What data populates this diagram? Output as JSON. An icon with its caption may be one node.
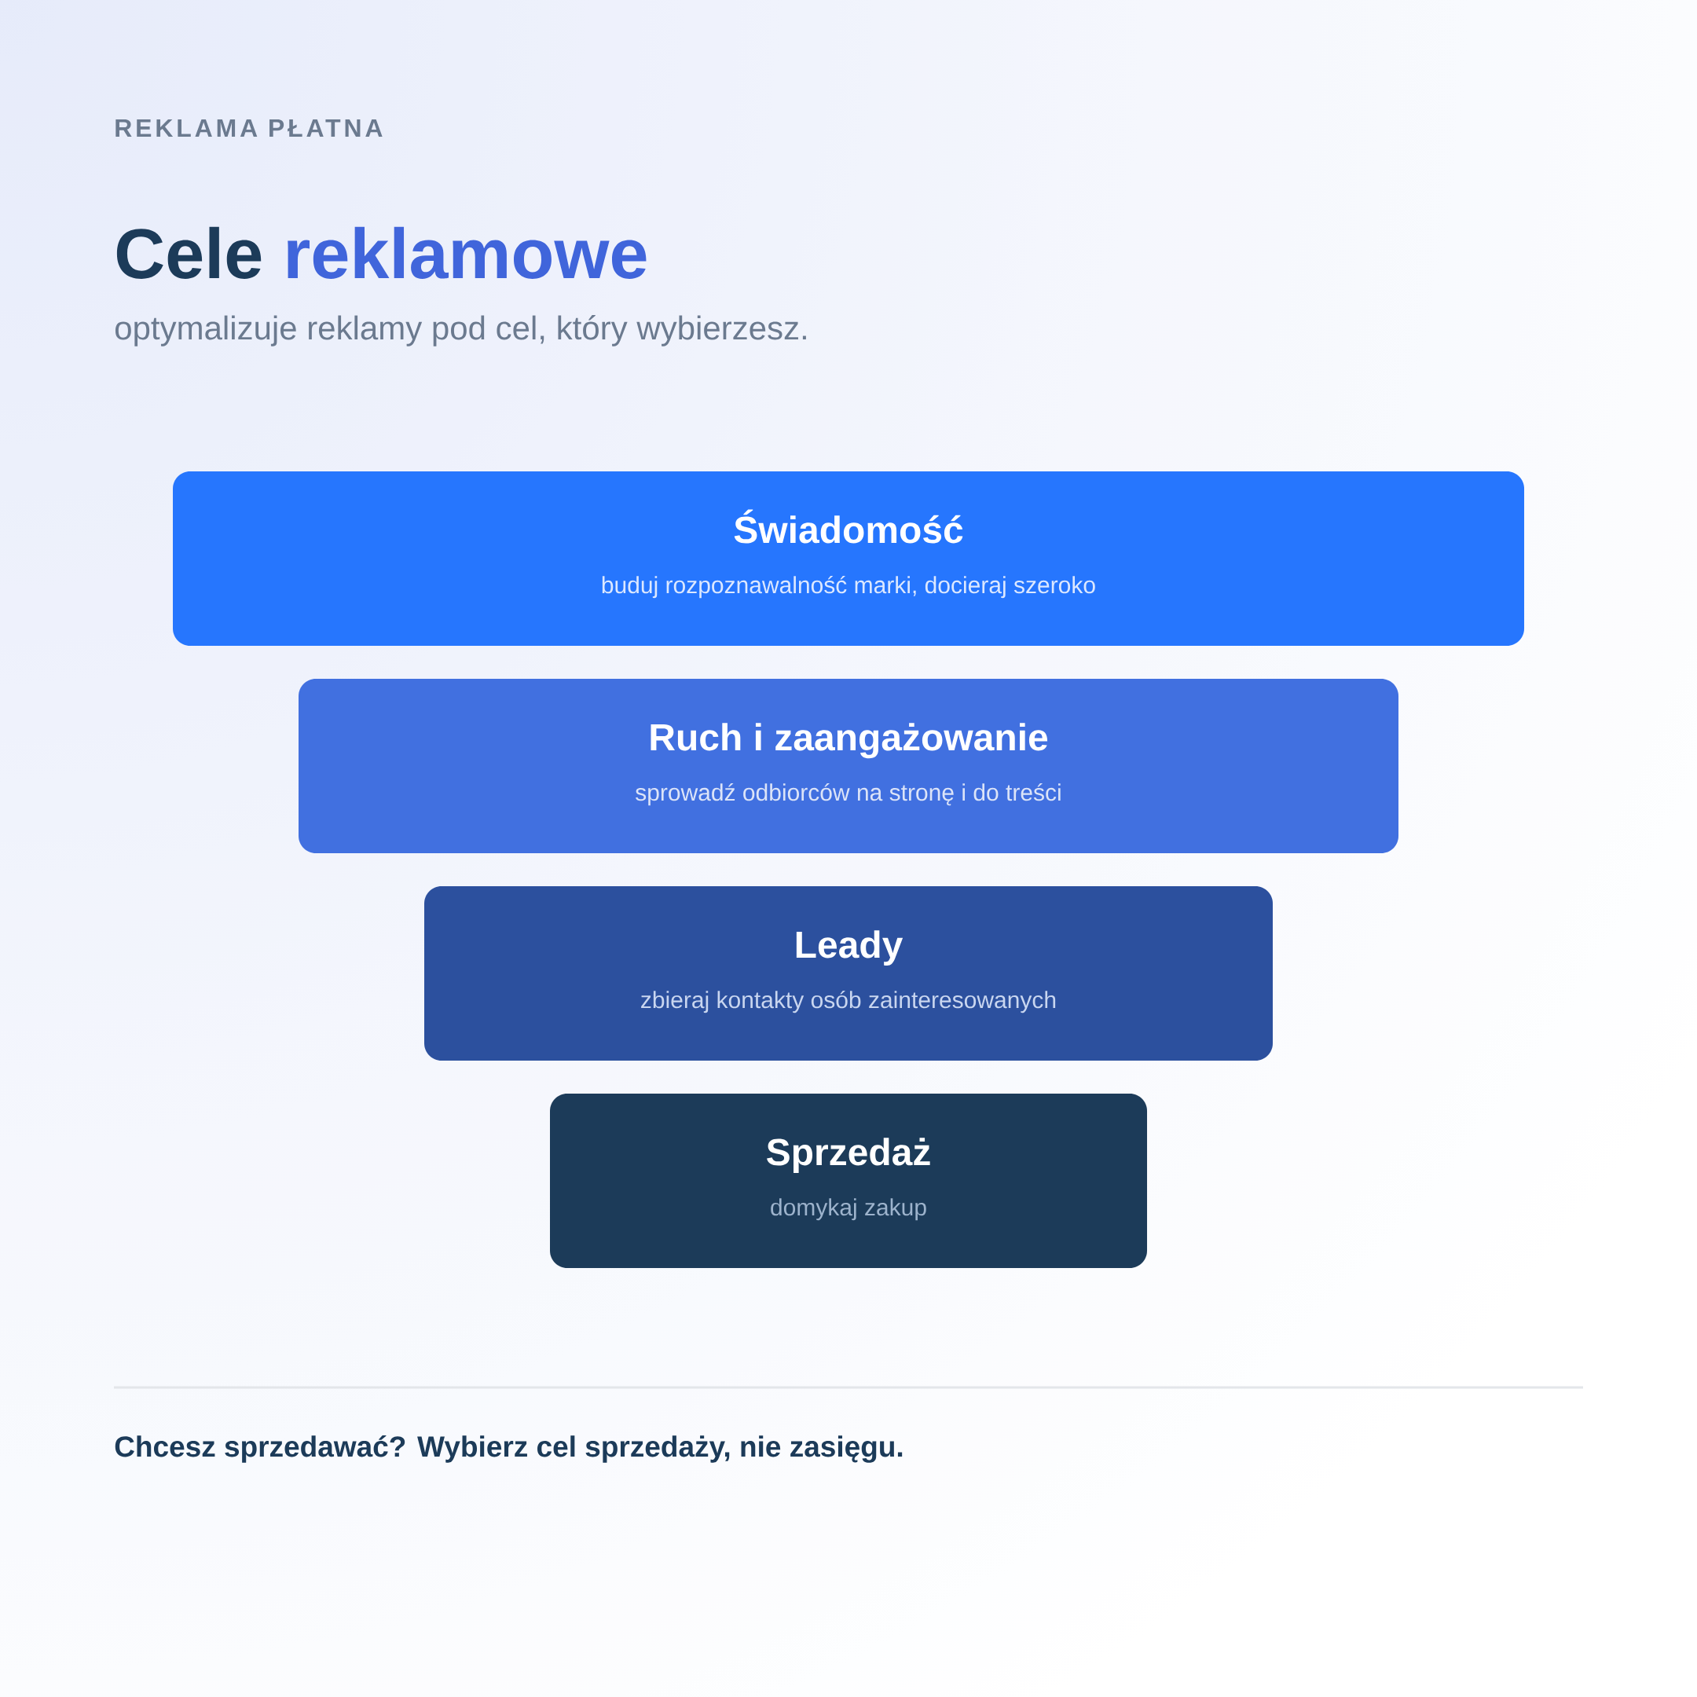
{
  "diagram": {
    "title": "Cele reklamowe",
    "caption": "Chcesz sprzedawać? Wybierz cel sprzedaży, nie zasięgu.",
    "nodes": [
      {
        "text": [
          "Świadomość",
          "buduj rozpoznawalność marki, docieraj szeroko"
        ]
      },
      {
        "text": [
          "Ruch i zaangażowanie",
          "sprowadź odbiorców na stronę i do treści"
        ]
      },
      {
        "text": [
          "Leady",
          "zbieraj kontakty osób zainteresowanych"
        ]
      },
      {
        "text": [
          "Sprzedaż",
          "domykaj zakup"
        ]
      }
    ],
    "labels": [
      "REKLAMA PŁATNA",
      "optymalizuje reklamy pod cel, który wybierzesz."
    ]
  }
}
